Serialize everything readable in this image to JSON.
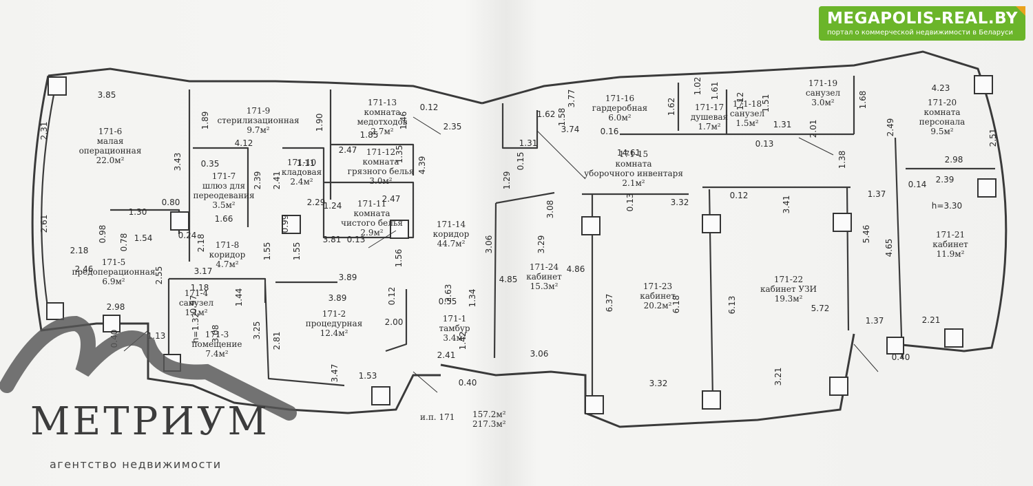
{
  "brand": {
    "site": "MEGAPOLIS-REAL.BY",
    "tagline": "портал о коммерческой недвижимости в Беларуси",
    "agency_name": "МЕТРИУМ",
    "agency_sub": "агентство недвижимости",
    "colors": {
      "badge": "#6bb52a",
      "badge_corner": "#e9a31d"
    }
  },
  "rooms": [
    {
      "id": "171-6",
      "name1": "малая",
      "name2": "операционная",
      "area": "22.0м²"
    },
    {
      "id": "171-9",
      "name1": "стерилизационная",
      "name2": "",
      "area": "9.7м²"
    },
    {
      "id": "171-13",
      "name1": "комната",
      "name2": "медотходов",
      "area": "2.7м²"
    },
    {
      "id": "171-7",
      "name1": "шлюз для",
      "name2": "переодевания",
      "area": "3.5м²"
    },
    {
      "id": "171-10",
      "name1": "кладовая",
      "name2": "",
      "area": "2.4м²"
    },
    {
      "id": "171-12",
      "name1": "комната",
      "name2": "грязного белья",
      "area": "3.0м²"
    },
    {
      "id": "171-11",
      "name1": "комната",
      "name2": "чистого белья",
      "area": "2.9м²"
    },
    {
      "id": "171-14",
      "name1": "коридор",
      "name2": "",
      "area": "44.7м²"
    },
    {
      "id": "171-8",
      "name1": "коридор",
      "name2": "",
      "area": "4.7м²"
    },
    {
      "id": "171-5",
      "name1": "предоперационная",
      "name2": "",
      "area": "6.9м²"
    },
    {
      "id": "171-4",
      "name1": "санузел",
      "name2": "",
      "area": "1.1м²"
    },
    {
      "id": "171-3",
      "name1": "помещение",
      "name2": "",
      "area": "7.4м²"
    },
    {
      "id": "171-2",
      "name1": "процедурная",
      "name2": "",
      "area": "12.4м²"
    },
    {
      "id": "171-1",
      "name1": "тамбур",
      "name2": "",
      "area": "3.4м²"
    },
    {
      "id": "171-16",
      "name1": "гардеробная",
      "name2": "",
      "area": "6.0м²"
    },
    {
      "id": "171-17",
      "name1": "душевая",
      "name2": "",
      "area": "1.7м²"
    },
    {
      "id": "171-18",
      "name1": "санузел",
      "name2": "",
      "area": "1.5м²"
    },
    {
      "id": "171-19",
      "name1": "санузел",
      "name2": "",
      "area": "3.0м²"
    },
    {
      "id": "171-20",
      "name1": "комната",
      "name2": "персонала",
      "area": "9.5м²"
    },
    {
      "id": "171-15",
      "name1": "комната",
      "name2": "уборочного инвентаря",
      "area": "2.1м²"
    },
    {
      "id": "171-24",
      "name1": "кабинет",
      "name2": "",
      "area": "15.3м²"
    },
    {
      "id": "171-23",
      "name1": "кабинет",
      "name2": "",
      "area": "20.2м²"
    },
    {
      "id": "171-22",
      "name1": "кабинет УЗИ",
      "name2": "",
      "area": "19.3м²"
    },
    {
      "id": "171-21",
      "name1": "кабинет",
      "name2": "",
      "area": "11.9м²"
    }
  ],
  "dims": [
    "3.85",
    "2.31",
    "2.61",
    "1.89",
    "3.43",
    "4.12",
    "1.90",
    "1.46",
    "0.12",
    "2.35",
    "0.35",
    "2.39",
    "2.41",
    "1.11",
    "2.47",
    "1.85",
    "1.35",
    "4.39",
    "2.29",
    "1.24",
    "2.47",
    "0.80",
    "1.30",
    "0.98",
    "0.78",
    "1.54",
    "0.24",
    "2.18",
    "1.66",
    "0.99",
    "1.55",
    "1.55",
    "3.81",
    "0.13",
    "1.56",
    "2.18",
    "2.46",
    "2.55",
    "3.17",
    "1.18",
    "0.97",
    "1.44",
    "3.89",
    "3.89",
    "0.12",
    "2.98",
    "0.40",
    "1.13",
    "h=1.32",
    "3.08",
    "3.25",
    "2.81",
    "2.00",
    "3.47",
    "1.53",
    "2.63",
    "0.55",
    "1.34",
    "1.42",
    "2.41",
    "0.40",
    "3.06",
    "3.08",
    "3.29",
    "3.06",
    "4.85",
    "4.86",
    "3.77",
    "1.58",
    "1.62",
    "3.74",
    "0.16",
    "1.02",
    "1.61",
    "1.62",
    "1.29",
    "0.15",
    "1.31",
    "14.61",
    "1.12",
    "1.51",
    "1.31",
    "0.13",
    "2.01",
    "1.38",
    "1.68",
    "4.23",
    "2.49",
    "2.51",
    "2.98",
    "0.14",
    "2.39",
    "h=3.30",
    "1.37",
    "5.46",
    "4.65",
    "0.13",
    "3.32",
    "0.12",
    "3.41",
    "6.37",
    "6.18",
    "6.13",
    "5.72",
    "3.32",
    "3.21",
    "1.37",
    "2.21",
    "0.40"
  ],
  "summary": {
    "label": "и.п. 171",
    "area1": "157.2м²",
    "area2": "217.3м²"
  }
}
